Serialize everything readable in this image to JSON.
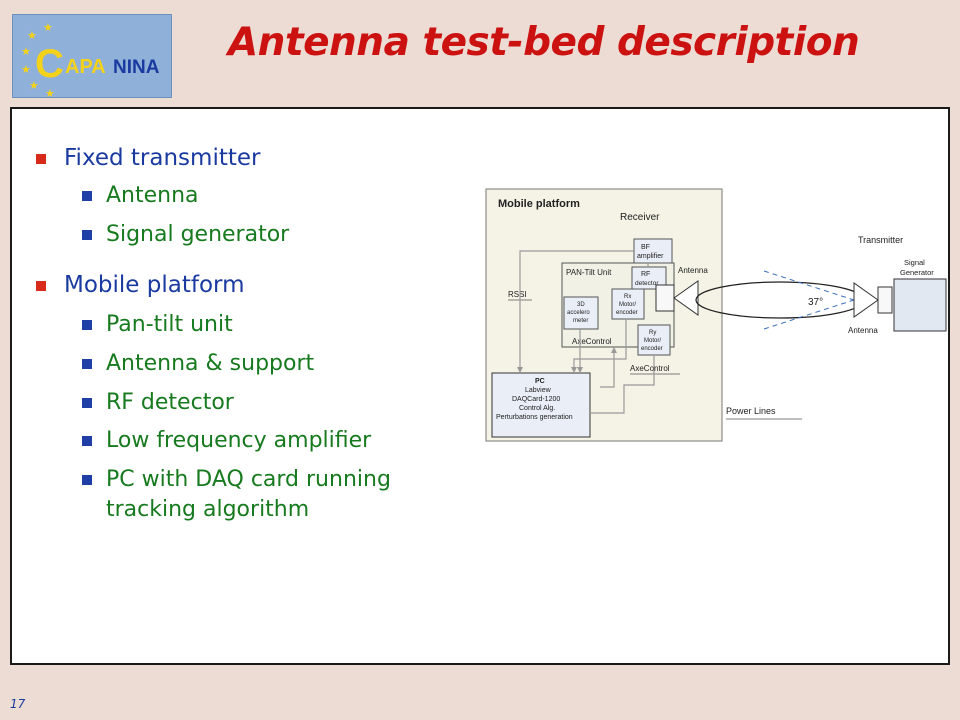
{
  "title": "Antenna test-bed description",
  "logo": {
    "text_c": "C",
    "text_apa": "APA",
    "text_nina": "NINA"
  },
  "bullets": [
    {
      "label": "Fixed transmitter",
      "children": [
        "Antenna",
        "Signal generator"
      ]
    },
    {
      "label": "Mobile platform",
      "children": [
        "Pan-tilt unit",
        "Antenna & support",
        "RF detector",
        "Low frequency amplifier",
        "PC with DAQ card running",
        "tracking algorithm"
      ]
    }
  ],
  "diagram": {
    "mobile_platform": "Mobile platform",
    "receiver": "Receiver",
    "bf_amp_1": "BF",
    "bf_amp_2": "amplifier",
    "pan_tilt": "PAN-Tilt Unit",
    "rf_det_1": "RF",
    "rf_det_2": "detector",
    "antenna_rx": "Antenna",
    "rssi": "RSSI",
    "accel_1": "3D",
    "accel_2": "accelero",
    "accel_3": "meter",
    "rx_motor_1": "Rx",
    "rx_motor_2": "Motor/",
    "rx_motor_3": "encoder",
    "ry_motor_1": "Ry",
    "ry_motor_2": "Motor/",
    "ry_motor_3": "encoder",
    "axe_control_1": "AxeControl",
    "axe_control_2": "AxeControl",
    "pc_1": "PC",
    "pc_2": "Labview",
    "pc_3": "DAQCard-1200",
    "pc_4": "Control Alg.",
    "pc_5": "Perturbations generation",
    "power_lines": "Power Lines",
    "angle": "37°",
    "transmitter": "Transmitter",
    "signal_gen_1": "Signal",
    "signal_gen_2": "Generator",
    "antenna_tx": "Antenna"
  },
  "page_number": "17"
}
